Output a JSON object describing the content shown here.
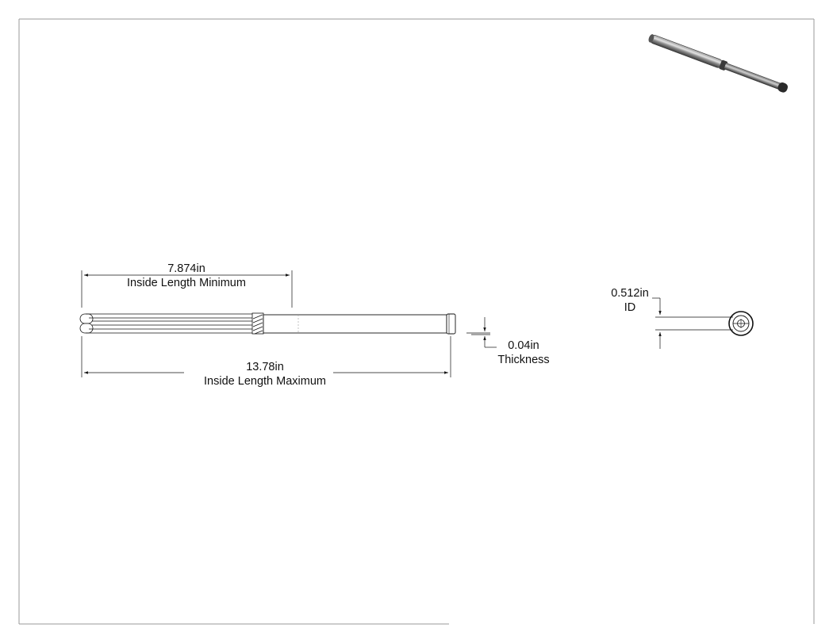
{
  "drawing": {
    "dimensions": {
      "inside_length_minimum": {
        "value": "7.874in",
        "label": "Inside Length Minimum"
      },
      "inside_length_maximum": {
        "value": "13.78in",
        "label": "Inside Length Maximum"
      },
      "thickness": {
        "value": "0.04in",
        "label": "Thickness"
      },
      "inside_diameter": {
        "value": "0.512in",
        "label": "ID"
      }
    }
  }
}
